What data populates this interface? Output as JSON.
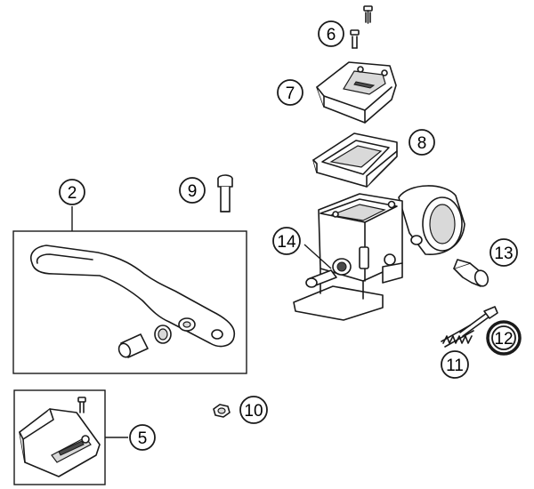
{
  "colors": {
    "line": "#1a1a1a",
    "shade": "#d9d9d9",
    "highlight": "#e8692d",
    "background": "#ffffff"
  },
  "callouts": [
    {
      "id": "callout-6",
      "label": "6",
      "highlighted": false
    },
    {
      "id": "callout-7",
      "label": "7",
      "highlighted": false
    },
    {
      "id": "callout-8",
      "label": "8",
      "highlighted": false
    },
    {
      "id": "callout-2",
      "label": "2",
      "highlighted": false
    },
    {
      "id": "callout-9",
      "label": "9",
      "highlighted": false
    },
    {
      "id": "callout-14",
      "label": "14",
      "highlighted": false
    },
    {
      "id": "callout-13",
      "label": "13",
      "highlighted": false
    },
    {
      "id": "callout-12",
      "label": "12",
      "highlighted": true
    },
    {
      "id": "callout-11",
      "label": "11",
      "highlighted": false
    },
    {
      "id": "callout-10",
      "label": "10",
      "highlighted": false
    },
    {
      "id": "callout-5",
      "label": "5",
      "highlighted": false
    }
  ]
}
